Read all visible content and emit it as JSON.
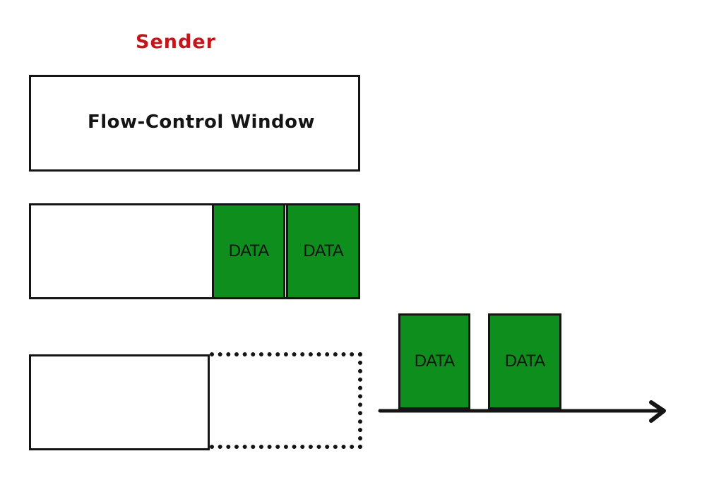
{
  "sender": {
    "label": "Sender",
    "color": "#c0161c"
  },
  "flow_control_window": {
    "title": "Flow-Control Window"
  },
  "packets": {
    "color": "#0e8e1c",
    "in_window": [
      "DATA",
      "DATA"
    ],
    "sent": [
      "DATA",
      "DATA"
    ]
  }
}
